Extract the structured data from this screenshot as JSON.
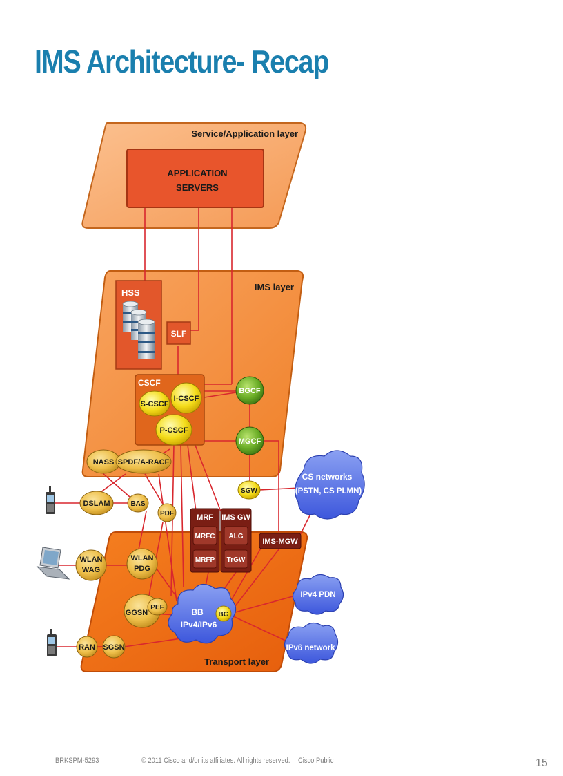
{
  "slide": {
    "title": "IMS Architecture- Recap",
    "footer": {
      "session": "BRKSPM-5293",
      "copyright": "© 2011 Cisco and/or its affiliates. All rights reserved.",
      "classification": "Cisco Public",
      "page": "15"
    }
  },
  "diagram": {
    "layers": {
      "service": "Service/Application layer",
      "ims": "IMS layer",
      "transport": "Transport layer"
    },
    "app_servers": [
      "APPLICATION",
      "SERVERS"
    ],
    "hss": "HSS",
    "slf": "SLF",
    "cscf": {
      "group": "CSCF",
      "s": "S-CSCF",
      "i": "I-CSCF",
      "p": "P-CSCF"
    },
    "bgcf": "BGCF",
    "mgcf": "MGCF",
    "sgw": "SGW",
    "nass": "NASS",
    "spdf": "SPDF/A-RACF",
    "dslam": "DSLAM",
    "bas": "BAS",
    "pdf": "PDF",
    "mrf": {
      "group": "MRF",
      "mrfc": "MRFC",
      "mrfp": "MRFP"
    },
    "imsgw": {
      "group": "IMS GW",
      "alg": "ALG",
      "trgw": "TrGW"
    },
    "ims_mgw": "IMS-MGW",
    "wlan_wag": [
      "WLAN",
      "WAG"
    ],
    "wlan_pdg": [
      "WLAN",
      "PDG"
    ],
    "ggsn": "GGSN",
    "pef": "PEF",
    "bb": [
      "BB",
      "IPv4/IPv6"
    ],
    "bg": "BG",
    "ran": "RAN",
    "sgsn": "SGSN",
    "cs_networks": [
      "CS networks",
      "(PSTN, CS PLMN)"
    ],
    "ipv4_pdn": "IPv4 PDN",
    "ipv6_network": "IPv6 network"
  }
}
